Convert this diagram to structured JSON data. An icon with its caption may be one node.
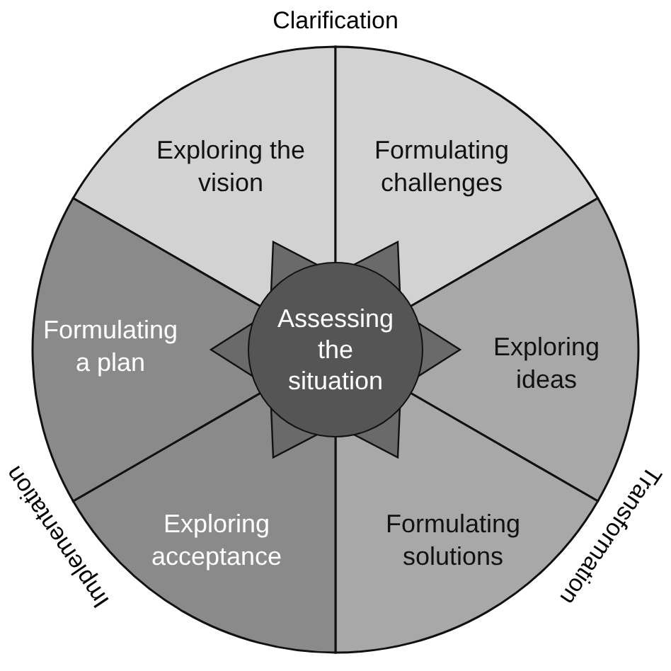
{
  "diagram": {
    "nodes": [
      {
        "text": [
          "Exploring the vision"
        ]
      },
      {
        "text": [
          "Formulating challenges"
        ]
      },
      {
        "text": [
          "Exploring ideas"
        ]
      },
      {
        "text": [
          "Formulating solutions"
        ]
      },
      {
        "text": [
          "Exploring acceptance"
        ]
      },
      {
        "text": [
          "Formulating a plan"
        ]
      },
      {
        "text": [
          "Assessing the situation"
        ]
      }
    ],
    "labels": [
      "Clarification",
      "Implementation",
      "Transformation"
    ]
  }
}
